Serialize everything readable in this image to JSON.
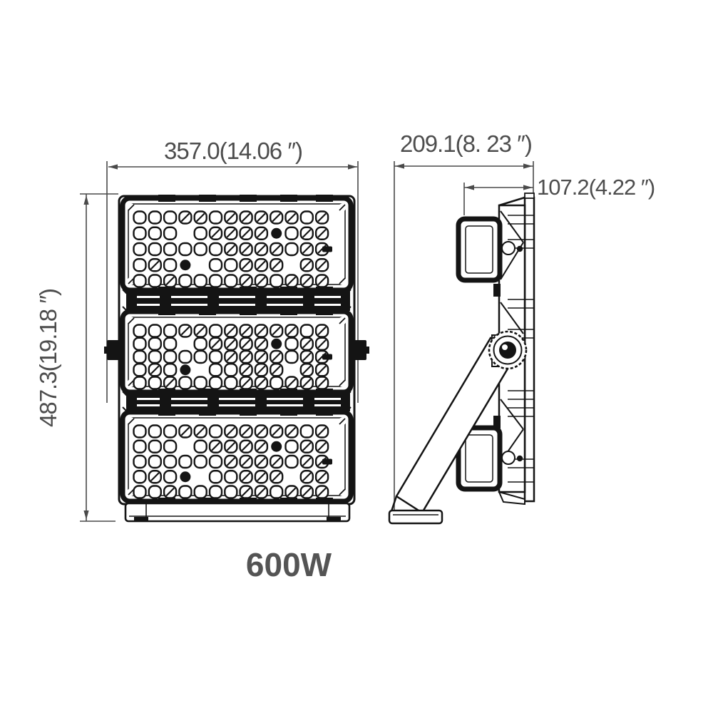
{
  "drawing": {
    "product_label": "600W",
    "dimensions": {
      "width": {
        "mm": 357.0,
        "inch": 14.06,
        "label": "357.0(14.06  ″)"
      },
      "height": {
        "mm": 487.3,
        "inch": 19.18,
        "label": "487.3(19.18  ″)"
      },
      "depth_total": {
        "mm": 209.1,
        "inch": 8.23,
        "label": "209.1(8. 23  ″)"
      },
      "depth_body": {
        "mm": 107.2,
        "inch": 4.22,
        "label": "107.2(4.22  ″)"
      }
    },
    "colors": {
      "line": "#141414",
      "dimension": "#4a4a4a",
      "text": "#4d4d4d",
      "background": "#ffffff"
    }
  }
}
